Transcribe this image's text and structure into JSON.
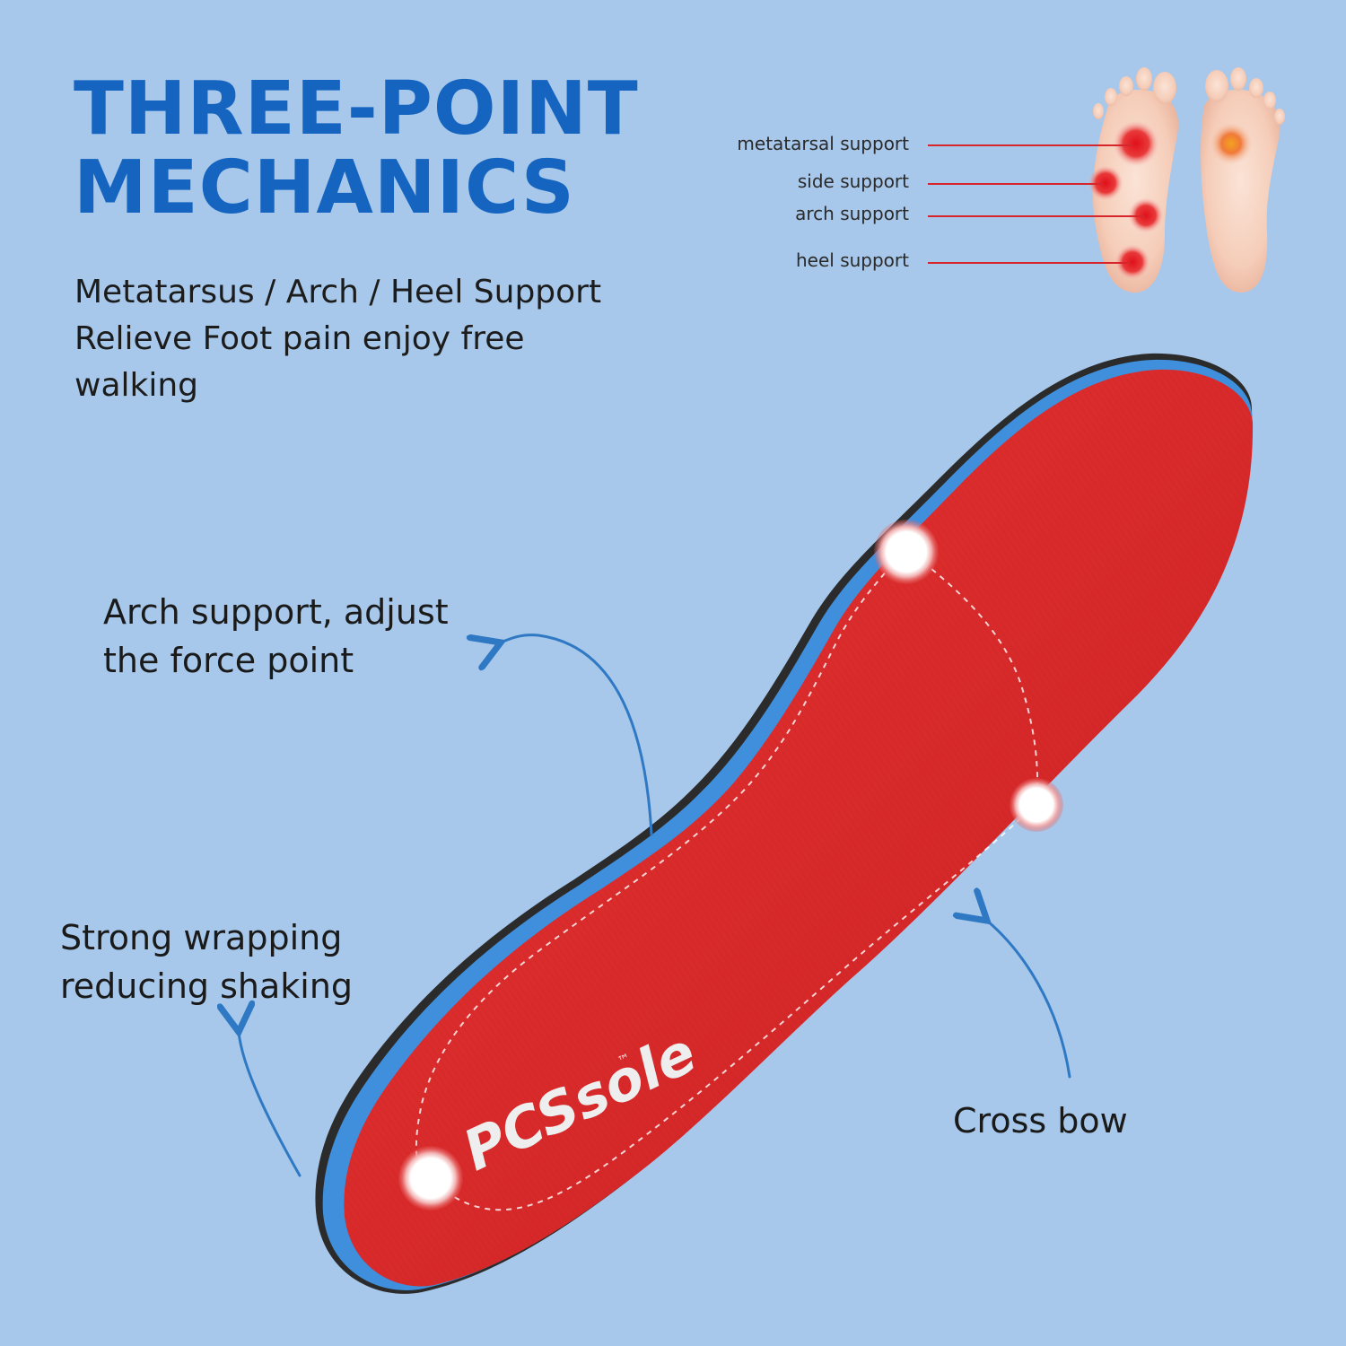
{
  "headline": {
    "line1": "THREE-POINT",
    "line2": "MECHANICS"
  },
  "subtext": {
    "line1": "Metatarsus / Arch / Heel Support",
    "line2": "Relieve Foot pain enjoy free",
    "line3": "walking"
  },
  "foot_diagram": {
    "labels": [
      "metatarsal support",
      "side support",
      "arch support",
      "heel support"
    ]
  },
  "callouts": {
    "arch": {
      "line1": "Arch support, adjust",
      "line2": "the force point"
    },
    "wrap": {
      "line1": "Strong wrapping",
      "line2": "reducing shaking"
    },
    "cross": "Cross bow"
  },
  "insole": {
    "brand_logo": "PCSsole",
    "trademark": "™"
  },
  "colors": {
    "background": "#a7c8ea",
    "headline": "#1565c0",
    "insole_red": "#d92b2b",
    "pointer_red": "#d6262b",
    "arrow_blue": "#2f79c4"
  }
}
